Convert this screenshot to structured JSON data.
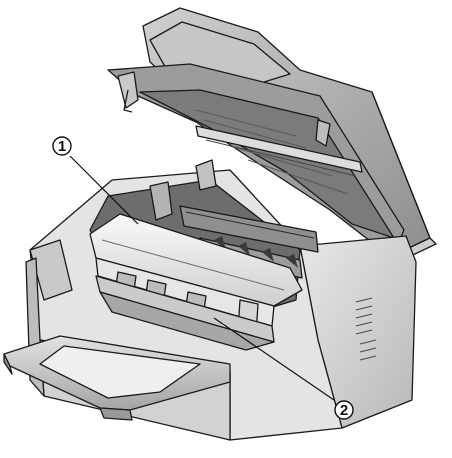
{
  "illustration": {
    "subject": "printer-open-top-cover",
    "stroke_color": "#1a1a1a",
    "shade_light": "#d9d9d9",
    "shade_mid": "#a9a9a9",
    "shade_dark": "#5a5a5a",
    "highlight": "#f4f4f4"
  },
  "callouts": [
    {
      "label": "①"
    },
    {
      "label": "②"
    }
  ]
}
